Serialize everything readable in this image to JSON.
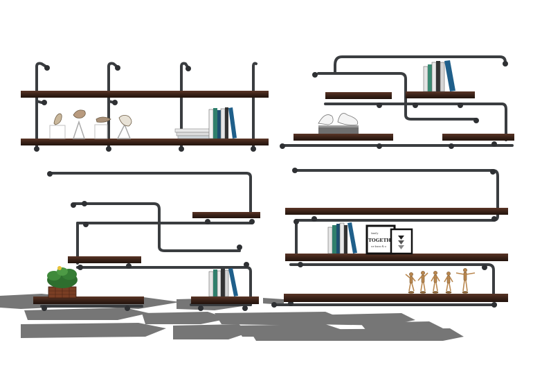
{
  "scene": {
    "background": "#ffffff",
    "pipe_color": "#3a3d40",
    "wood_color": "#3b2218",
    "shadow_color": "#5e5e5e"
  },
  "poster": {
    "line1": "family",
    "line2": "TOGETHE",
    "line3": "we know & u"
  }
}
